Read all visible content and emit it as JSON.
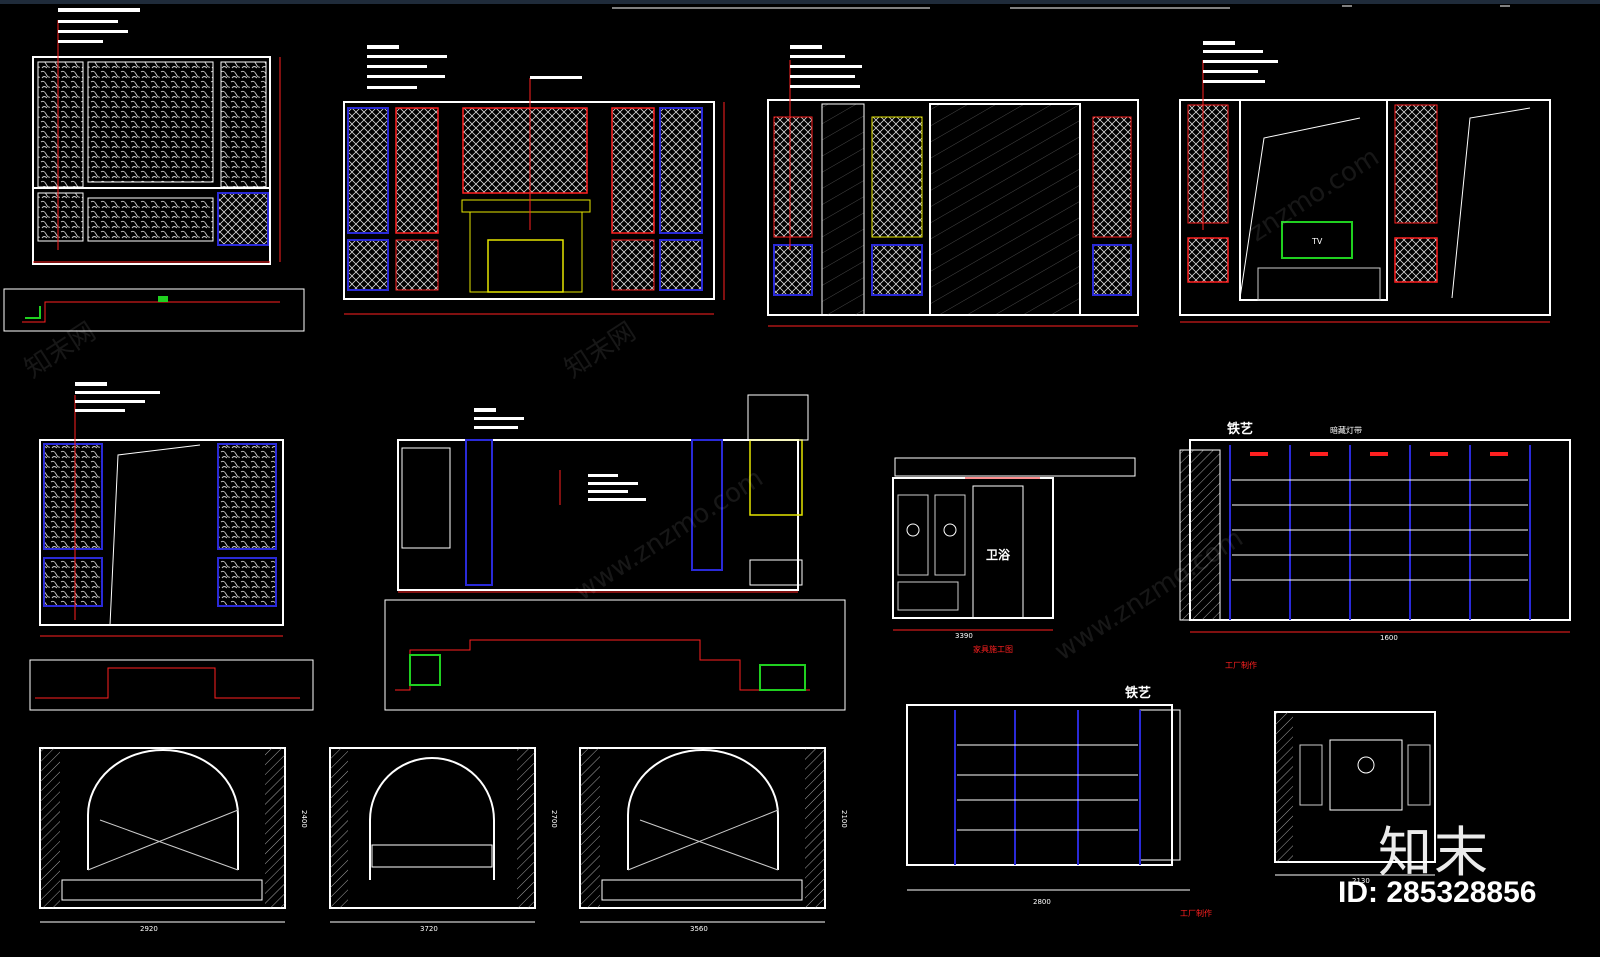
{
  "labels": {
    "iron_art_1": "铁艺",
    "iron_art_2": "铁艺",
    "bathroom": "卫浴",
    "tv": "TV",
    "hidden_light": "暗藏灯带",
    "factory_made_1": "工厂制作",
    "factory_made_2": "工厂制作",
    "furniture_note": "家具施工图"
  },
  "dims": {
    "d1": "2920",
    "d2": "3720",
    "d3": "3560",
    "d4": "2800",
    "d5": "2130",
    "d6": "1600",
    "d7": "3390",
    "d8": "2400",
    "d9": "2700",
    "d10": "2100"
  },
  "watermarks": [
    "www.znzmo.com",
    "知末网",
    "知末网",
    "www.znzmo.com",
    "znzmo.com"
  ],
  "logo_text": "知末",
  "id_text": "ID: 285328856",
  "colors": {
    "background": "#000000",
    "line_white": "#ffffff",
    "line_red": "#ff2020",
    "line_blue": "#2a2ad8",
    "line_yellow": "#e6e600",
    "line_green": "#20d020"
  }
}
